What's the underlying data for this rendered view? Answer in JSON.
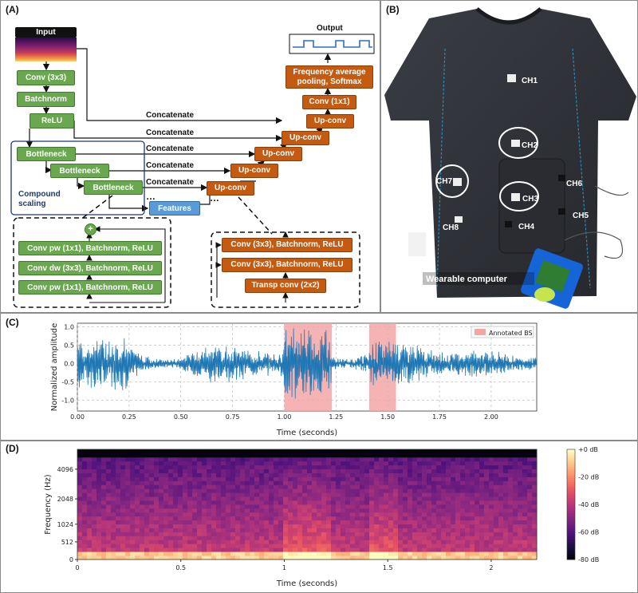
{
  "panels": {
    "a": "(A)",
    "b": "(B)",
    "c": "(C)",
    "d": "(D)"
  },
  "diagram": {
    "input": "Input",
    "output": "Output",
    "encoder": [
      "Conv (3x3)",
      "Batchnorm",
      "ReLU",
      "Bottleneck",
      "Bottleneck",
      "Bottleneck"
    ],
    "decoder": [
      "Up-conv",
      "Up-conv",
      "Up-conv",
      "Up-conv",
      "Up-conv"
    ],
    "head_conv": "Conv (1x1)",
    "head_pool": "Frequency average pooling, Softmax",
    "concat": "Concatenate",
    "features": "Features",
    "ellipsis": "…",
    "compound_scaling": "Compound scaling",
    "bottleneck_detail": [
      "Conv pw (1x1), Batchnorm, ReLU",
      "Conv dw (3x3), Batchnorm, ReLU",
      "Conv pw (1x1), Batchnorm, ReLU"
    ],
    "plus": "+",
    "upconv_detail": [
      "Conv (3x3), Batchnorm, ReLU",
      "Conv (3x3), Batchnorm, ReLU",
      "Transp conv (2x2)"
    ]
  },
  "photo": {
    "channels": [
      "CH1",
      "CH2",
      "CH3",
      "CH4",
      "CH5",
      "CH6",
      "CH7",
      "CH8"
    ],
    "device": "Wearable computer"
  },
  "chart_data": [
    {
      "type": "line",
      "panel": "C",
      "xlabel": "Time (seconds)",
      "ylabel": "Normalized amplitude",
      "xlim": [
        0,
        2.22
      ],
      "ylim": [
        -1.3,
        1.1
      ],
      "xticks": [
        "0.00",
        "0.25",
        "0.50",
        "0.75",
        "1.00",
        "1.25",
        "1.50",
        "1.75",
        "2.00"
      ],
      "yticks": [
        "1.0",
        "0.5",
        "0.0",
        "-0.5",
        "-1.0"
      ],
      "grid": true,
      "legend": {
        "position": "top-right",
        "entries": [
          "Annotated BS"
        ]
      },
      "annotated_regions": [
        [
          1.0,
          1.23
        ],
        [
          1.41,
          1.54
        ]
      ],
      "colors": {
        "signal": "#1f77b4",
        "annotation": "#f4a6a6"
      }
    },
    {
      "type": "heatmap",
      "panel": "D",
      "xlabel": "Time (seconds)",
      "ylabel": "Frequency (Hz)",
      "xlim": [
        0,
        2.22
      ],
      "xticks": [
        "0",
        "0.5",
        "1",
        "1.5",
        "2"
      ],
      "yticks": [
        "0",
        "512",
        "1024",
        "2048",
        "4096"
      ],
      "colorbar_ticks": [
        "+0 dB",
        "-20 dB",
        "-40 dB",
        "-60 dB",
        "-80 dB"
      ],
      "colormap": "magma"
    }
  ]
}
